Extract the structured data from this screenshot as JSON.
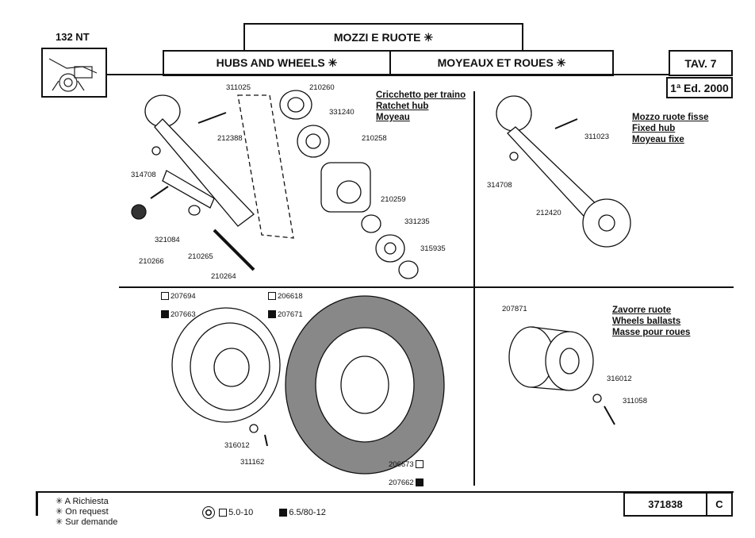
{
  "header": {
    "model": "132 NT",
    "title_it": "MOZZI E RUOTE ✳",
    "title_en": "HUBS AND WHEELS ✳",
    "title_fr": "MOYEAUX ET ROUES ✳",
    "table": "TAV. 7",
    "edition": "1ª Ed. 2000"
  },
  "sections": {
    "ratchet": {
      "caption": [
        "Cricchetto per traino",
        "Ratchet hub",
        "Moyeau"
      ],
      "parts": [
        "311025",
        "210260",
        "331240",
        "212388",
        "210258",
        "314708",
        "210259",
        "331235",
        "321084",
        "315935",
        "210266",
        "210265",
        "210264"
      ]
    },
    "fixed": {
      "caption": [
        "Mozzo ruote fisse",
        "Fixed hub",
        "Moyeau fixe"
      ],
      "parts": [
        "311023",
        "314708",
        "212420"
      ]
    },
    "wheels": {
      "parts": [
        "207694",
        "207663",
        "206618",
        "207671",
        "316012",
        "311162",
        "206673",
        "207662"
      ]
    },
    "ballast": {
      "caption": [
        "Zavorre ruote",
        "Wheels ballasts",
        "Masse pour roues"
      ],
      "parts": [
        "207871",
        "316012",
        "311058"
      ]
    }
  },
  "footer": {
    "legend": [
      "A Richiesta",
      "On request",
      "Sur demande"
    ],
    "asterisk": "✳",
    "size_open": "5.0-10",
    "size_filled": "6.5/80-12",
    "code": "371838",
    "rev": "C"
  }
}
